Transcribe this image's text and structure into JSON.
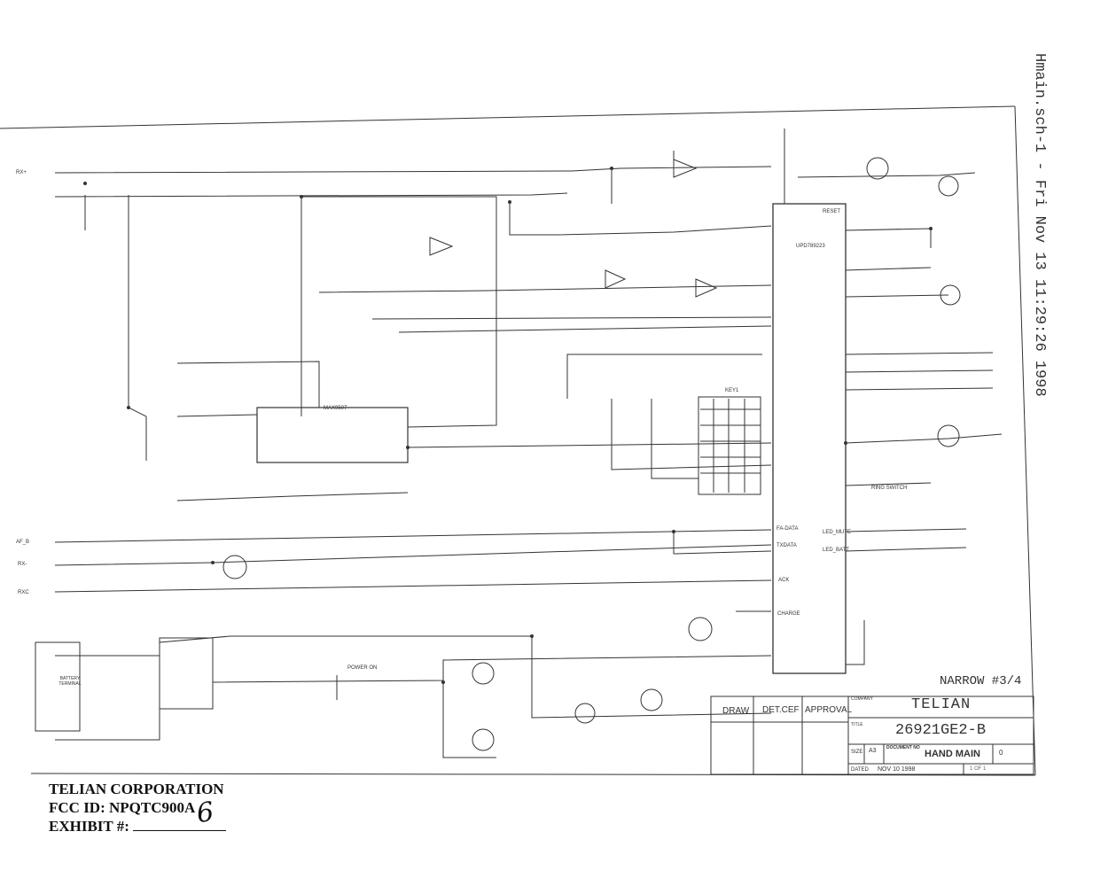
{
  "sheet_stamp": "Hmain.sch-1 - Fri Nov 13 11:29:26 1998",
  "fcc": {
    "company": "TELIAN CORPORATION",
    "fcc_id": "FCC ID:  NPQTC900A",
    "exhibit_label": "EXHIBIT #:",
    "exhibit_handwritten": "6"
  },
  "title_block": {
    "narrow_note": "NARROW #3/4",
    "draw_label": "DRAW",
    "det_cef_label": "DET.CEF",
    "approval_label": "APPROVAL",
    "company_label": "COMPANY",
    "company": "TELIAN",
    "title_label": "TITLE",
    "title": "26921GE2-B",
    "size_label": "SIZE",
    "size": "A3",
    "document_label": "DOCUMENT NO",
    "document": "HAND MAIN",
    "rev": "0",
    "dated_label": "DATED",
    "dated": "NOV  10  1998",
    "sheet": "1 OF 1"
  },
  "components": {
    "key_matrix": "KEY1",
    "main_ic": "UPD789223",
    "audio_ic": "MAX9507",
    "battery": "BATTERY TERMINAL",
    "power_switch": "POWER ON",
    "ring_switch": "RING SWITCH"
  },
  "nets": [
    "RX+",
    "AF_B",
    "RX-",
    "RXC",
    "ACK",
    "FA-DATA",
    "TXDATA",
    "RESET",
    "CHARGE",
    "LED_MUTE",
    "LED_BATT"
  ]
}
